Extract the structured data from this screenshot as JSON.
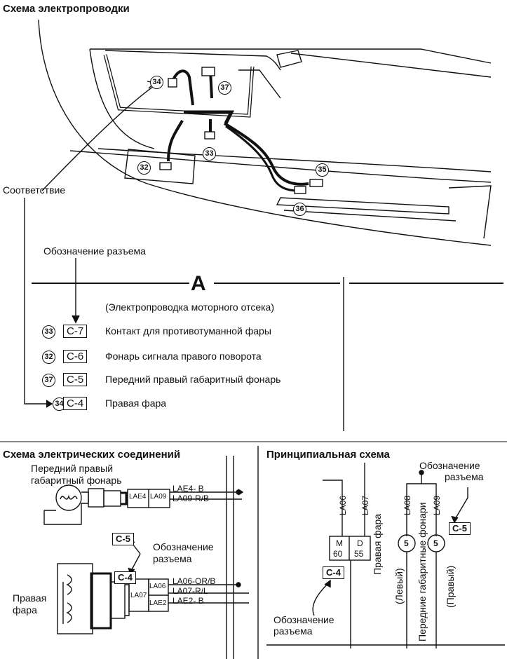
{
  "titles": {
    "wiring": "Схема электропроводки",
    "connections": "Схема электрических соединений",
    "schematic": "Принципиальная схема"
  },
  "wiring_diagram": {
    "correspondence": "Соответствие",
    "connector_designation": "Обозначение разъема",
    "section_letter": "A",
    "section_subtitle": "(Электропроводка моторного отсека)",
    "callouts": [
      "34",
      "37",
      "33",
      "32",
      "35",
      "36"
    ],
    "connector_rows": [
      {
        "num": "33",
        "code": "C-7",
        "desc": "Контакт для противотуманной фары"
      },
      {
        "num": "32",
        "code": "C-6",
        "desc": "Фонарь сигнала правого поворота"
      },
      {
        "num": "37",
        "code": "C-5",
        "desc": "Передний правый габаритный фонарь"
      },
      {
        "num": "34",
        "code": "C-4",
        "desc": "Правая фара"
      }
    ]
  },
  "connections_diagram": {
    "lamp_label_1": "Передний правый",
    "lamp_label_2": "габаритный фонарь",
    "headlamp_label_1": "Правая",
    "headlamp_label_2": "фара",
    "connector_c5": "C-5",
    "connector_c4": "C-4",
    "designation_1": "Обозначение",
    "designation_2": "разъема",
    "block1": [
      "LAE4",
      "LA09"
    ],
    "block2": [
      "LA07",
      "LA06",
      "LAE2"
    ],
    "wires": [
      "LAE4- B",
      "LA09·R/B",
      "LA06-OR/B",
      "LA07-R/L",
      "LAE2- B"
    ]
  },
  "schematic": {
    "designation_1": "Обозначение",
    "designation_2": "разъема",
    "connector_c5": "C-5",
    "connector_c4": "C-4",
    "bottom_designation_1": "Обозначение",
    "bottom_designation_2": "разъема",
    "wire_codes": [
      "LA06",
      "LA07",
      "LA08",
      "LA09"
    ],
    "headlamp_box": {
      "m": "M",
      "m_val": "60",
      "d": "D",
      "d_val": "55"
    },
    "headlamp_vertical": "Правая фара",
    "side_lamps_vertical": "Передние габаритные фонари",
    "left": "(Левый)",
    "right": "(Правый)",
    "bulb_value": "5"
  }
}
